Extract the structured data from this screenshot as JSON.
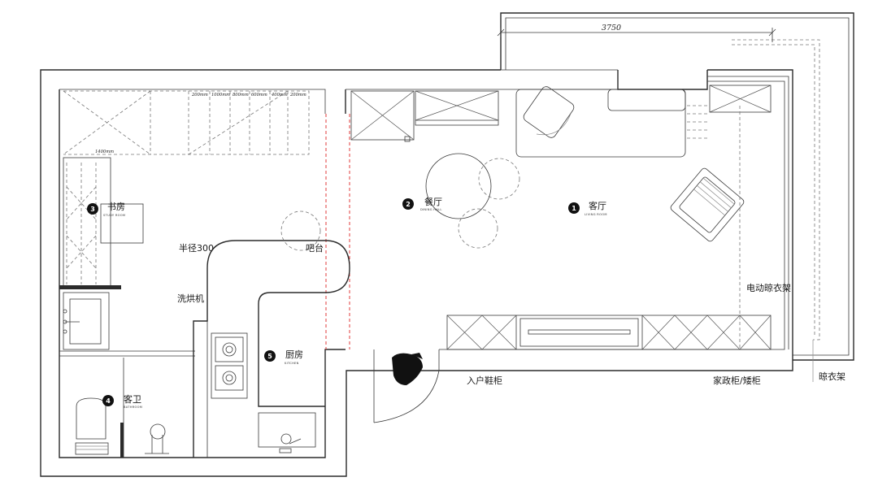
{
  "dimensions": {
    "top_width": "3750",
    "stair_widths": [
      "200mm",
      "1000mm",
      "800mm",
      "600mm",
      "400mm",
      "200mm"
    ],
    "stair_left": "1400mm"
  },
  "rooms": [
    {
      "number": "1",
      "name": "客厅",
      "sub": "LIVING ROOM"
    },
    {
      "number": "2",
      "name": "餐厅",
      "sub": "DINING HALL"
    },
    {
      "number": "3",
      "name": "书房",
      "sub": "STUDY ROOM"
    },
    {
      "number": "4",
      "name": "客卫",
      "sub": "BATHROOM"
    },
    {
      "number": "5",
      "name": "厨房",
      "sub": "KITCHEN"
    }
  ],
  "notes": {
    "radius": "半径300",
    "bar": "吧台",
    "washer_dryer": "洗烘机",
    "shoe_cabinet": "入户鞋柜",
    "utility_cabinet": "家政柜/矮柜",
    "electric_rack": "电动晾衣架",
    "clothes_rack": "晾衣架"
  }
}
